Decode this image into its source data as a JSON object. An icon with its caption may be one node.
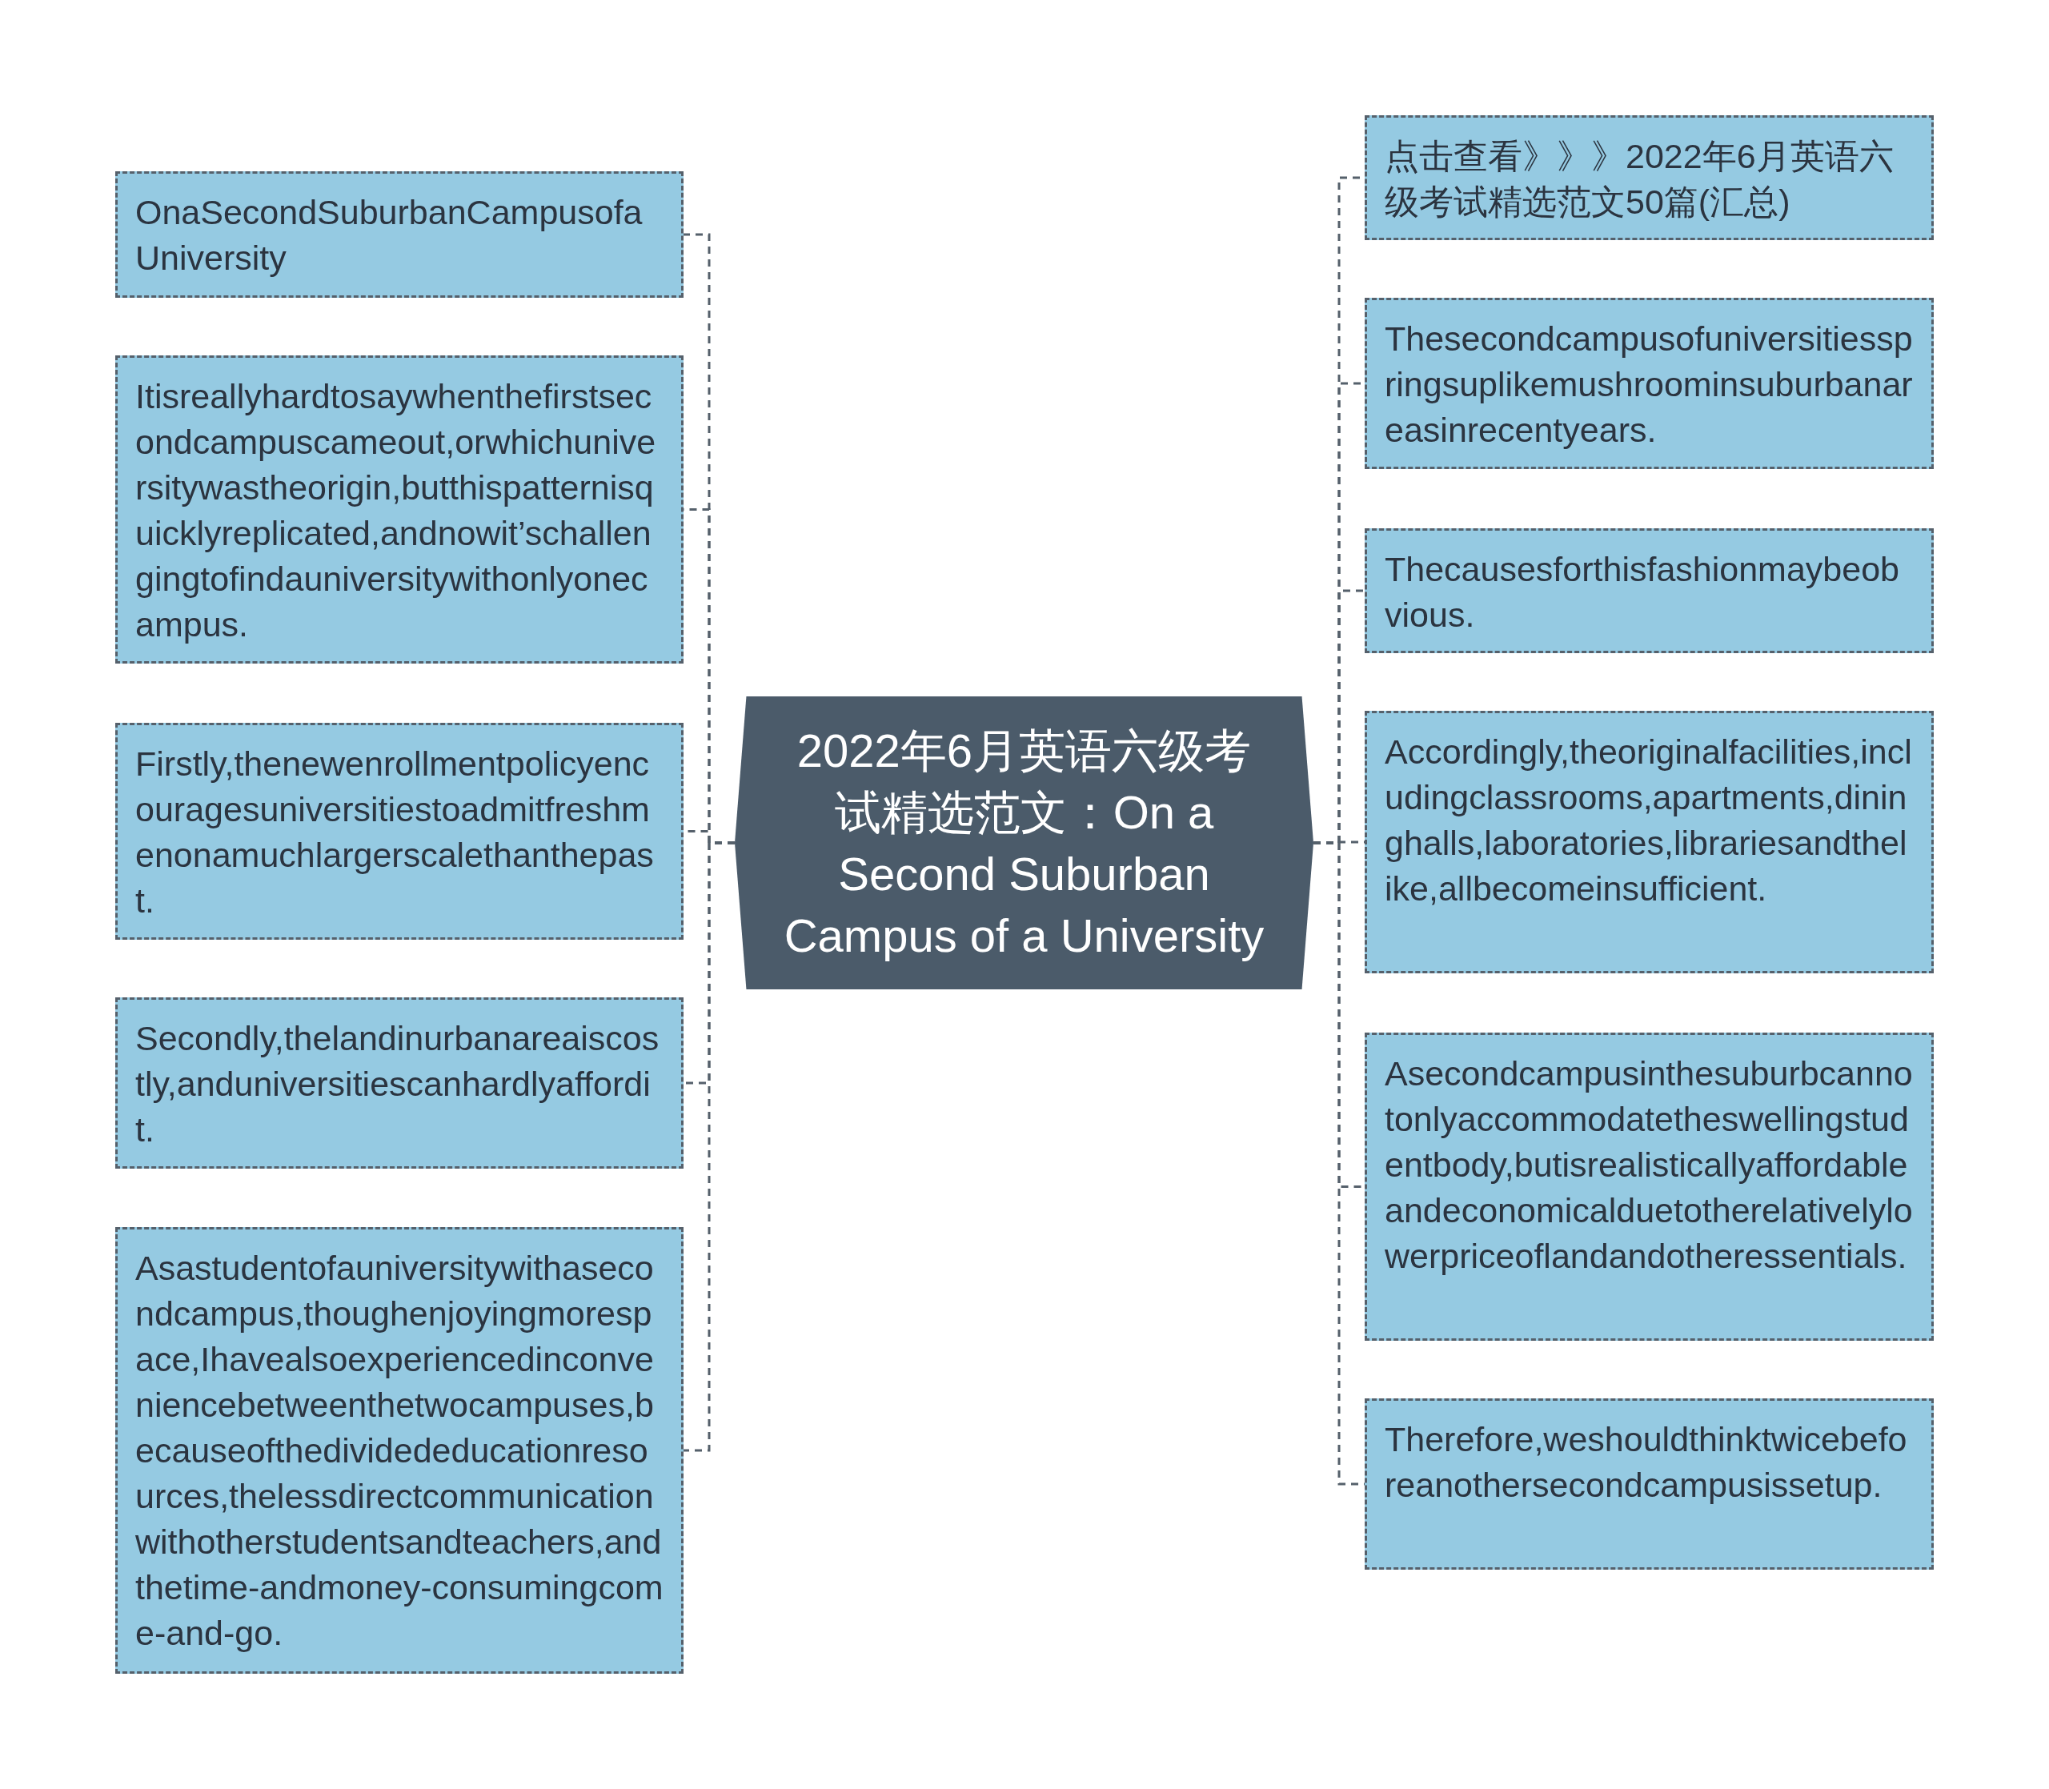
{
  "diagram": {
    "nodes": [
      {
        "text": [
          "2022年6月英语六级考试精选范文：On a Second Suburban Campus of a University"
        ]
      },
      {
        "text": [
          "OnaSecondSuburbanCampusofaUniversity"
        ]
      },
      {
        "text": [
          "Itisreallyhardtosaywhenthefirstsecondcampuscameout,orwhichuniversitywastheorigin,butthispatternisquicklyreplicated,andnowit’schallengingtofindauniversitywithonlyonecampus."
        ]
      },
      {
        "text": [
          "Firstly,thenewenrollmentpolicyencouragesuniversitiestoadmitfreshmenonamuchlargerscalethanthepast."
        ]
      },
      {
        "text": [
          "Secondly,thelandinurbanareaiscostly,anduniversitiescanhardlyaffordit."
        ]
      },
      {
        "text": [
          "Asastudentofauniversitywithasecondcampus,thoughenjoyingmorespace,Ihavealsoexperiencedinconveniencebetweenthetwocampuses,becauseofthedividededucationresources,thelessdirectcommunicationwithotherstudentsandteachers,andthetime-andmoney-consumingcome-and-go."
        ]
      },
      {
        "text": [
          "点击查看》》》2022年6月英语六级考试精选范文50篇(汇总)"
        ]
      },
      {
        "text": [
          "Thesecondcampusofuniversitiesspringsuplikemushroominsuburbanareasinrecentyears."
        ]
      },
      {
        "text": [
          "Thecausesforthisfashionmaybeobvious."
        ]
      },
      {
        "text": [
          "Accordingly,theoriginalfacilities,includingclassrooms,apartments,dininghalls,laboratories,librariesandthelike,allbecomeinsufficient."
        ]
      },
      {
        "text": [
          "Asecondcampusinthesuburbcannotonlyaccommodatetheswellingstudentbody,butisrealisticallyaffordableandeconomicalduetotherelativelylowerpriceoflandandotheressentials."
        ]
      },
      {
        "text": [
          "Therefore,weshouldthinktwicebeforeanothersecondcampusissetup."
        ]
      }
    ],
    "edges": [
      {
        "from": 0,
        "to": 1,
        "arrow": "none"
      },
      {
        "from": 0,
        "to": 2,
        "arrow": "none"
      },
      {
        "from": 0,
        "to": 3,
        "arrow": "none"
      },
      {
        "from": 0,
        "to": 4,
        "arrow": "none"
      },
      {
        "from": 0,
        "to": 5,
        "arrow": "none"
      },
      {
        "from": 0,
        "to": 6,
        "arrow": "none"
      },
      {
        "from": 0,
        "to": 7,
        "arrow": "none"
      },
      {
        "from": 0,
        "to": 8,
        "arrow": "none"
      },
      {
        "from": 0,
        "to": 9,
        "arrow": "none"
      },
      {
        "from": 0,
        "to": 10,
        "arrow": "none"
      },
      {
        "from": 0,
        "to": 11,
        "arrow": "none"
      }
    ]
  }
}
